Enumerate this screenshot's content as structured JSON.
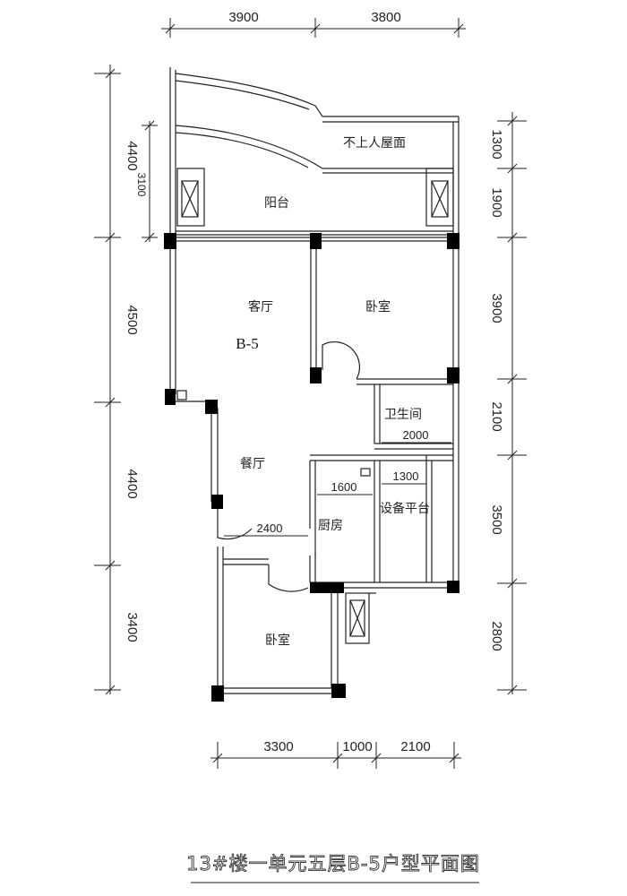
{
  "dimensions": {
    "top": [
      "3900",
      "3800"
    ],
    "bottom": [
      "3300",
      "1000",
      "2100"
    ],
    "left": [
      "4400",
      "4500",
      "4400",
      "3400"
    ],
    "left_inner": "3100",
    "right": [
      "1300",
      "1900",
      "3900",
      "2100",
      "3500",
      "2800"
    ],
    "inner": {
      "bathroom_width": "2000",
      "kitchen_width": "1600",
      "equipment_width": "1300",
      "dining_width": "2400"
    }
  },
  "rooms": {
    "roof": "不上人屋面",
    "balcony": "阳台",
    "living": "客厅",
    "bedroom_1": "卧室",
    "bathroom": "卫生间",
    "dining": "餐厅",
    "equipment": "设备平台",
    "kitchen": "厨房",
    "bedroom_2": "卧室"
  },
  "unit_label": "B-5",
  "title": "13#楼一单元五层B-5户型平面图"
}
